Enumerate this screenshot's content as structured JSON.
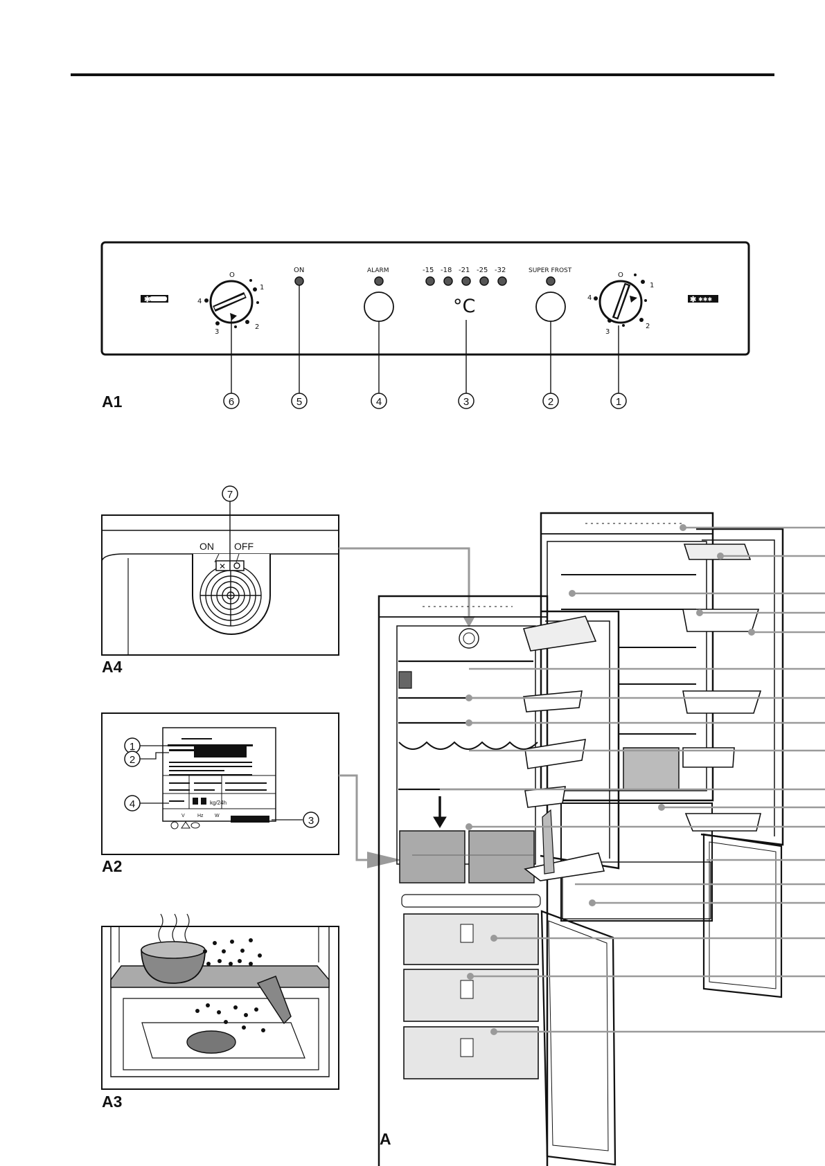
{
  "figures": {
    "a1": "A1",
    "a4": "A4",
    "a2": "A2",
    "a3": "A3",
    "a": "A"
  },
  "control_panel": {
    "dial_left": {
      "top": "O",
      "marks": [
        "1",
        "2",
        "3",
        "4"
      ]
    },
    "dial_right": {
      "top": "O",
      "marks": [
        "1",
        "2",
        "3",
        "4"
      ]
    },
    "on_label": "ON",
    "alarm_label": "ALARM",
    "temps": [
      "-15",
      "-18",
      "-21",
      "-25",
      "-32"
    ],
    "unit": "°C",
    "super_frost_label": "SUPER FROST",
    "callouts": [
      "6",
      "5",
      "4",
      "3",
      "2",
      "1"
    ]
  },
  "a4": {
    "callout": "7",
    "on": "ON",
    "off": "OFF"
  },
  "a2": {
    "callouts": [
      "1",
      "2",
      "4",
      "3"
    ],
    "plate_text": [
      "kg/24h",
      "Hz",
      "W",
      "V"
    ]
  },
  "colors": {
    "ink": "#111111",
    "line": "#9a9a9a",
    "panel_fill": "#ffffff"
  }
}
